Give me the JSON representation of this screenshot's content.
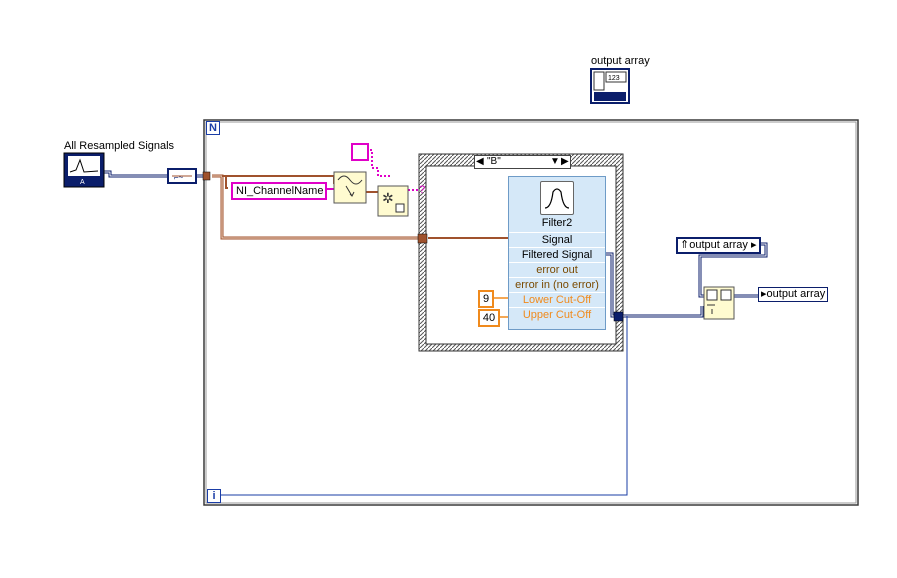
{
  "labels": {
    "all_resampled_signals": "All Resampled Signals",
    "output_array_indicator": "output array",
    "channel_name_const": "NI_ChannelName"
  },
  "loop": {
    "count_terminal": "N",
    "iteration_terminal": "i"
  },
  "case_structure": {
    "selector_value": "\"B\""
  },
  "express_vi": {
    "title": "Filter2",
    "rows": [
      "Signal",
      "Filtered Signal",
      "error out",
      "error in (no error)",
      "Lower Cut-Off",
      "Upper Cut-Off"
    ]
  },
  "constants": {
    "lower": "9",
    "upper": "40",
    "question": "?"
  },
  "local_vars": {
    "read": "output array",
    "write": "output array"
  },
  "icons": {
    "waveform_graph": "waveform-graph-icon",
    "array_indicator": "array-indicator-icon",
    "index_array": "index-array-icon",
    "get_attribute": "get-waveform-attribute-icon",
    "filter": "filter-icon",
    "build_array": "build-array-icon"
  },
  "colors": {
    "loop_border": "#1a3da6",
    "string_wire": "#e000c8",
    "numeric_wire": "#f08a1c",
    "waveform_wire": "#a0522d",
    "array_wire": "#0b1e6b",
    "express_bg": "#d5e8f8"
  }
}
